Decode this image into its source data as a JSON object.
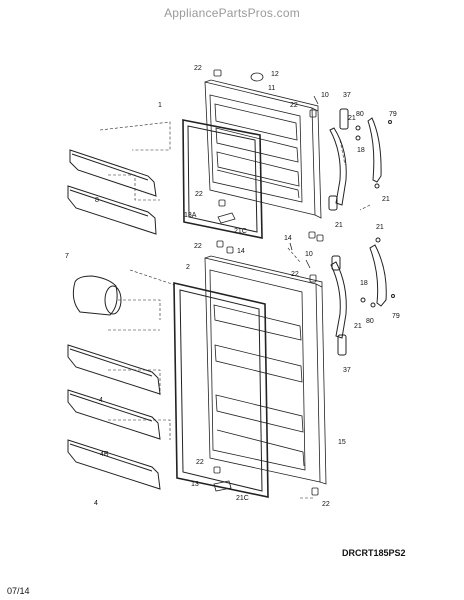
{
  "header": {
    "watermark": "AppliancePartsPros.com"
  },
  "diagram": {
    "code": "DRCRT185PS2",
    "date": "07/14",
    "callouts": [
      "22",
      "12",
      "11",
      "1",
      "10",
      "22",
      "37",
      "21",
      "80",
      "79",
      "18",
      "21",
      "8",
      "22",
      "13A",
      "21C",
      "22",
      "14",
      "14",
      "21",
      "21",
      "7",
      "2",
      "10",
      "22",
      "18",
      "21",
      "80",
      "79",
      "4",
      "37",
      "15",
      "4B",
      "22",
      "13",
      "21C",
      "4",
      "22"
    ]
  }
}
